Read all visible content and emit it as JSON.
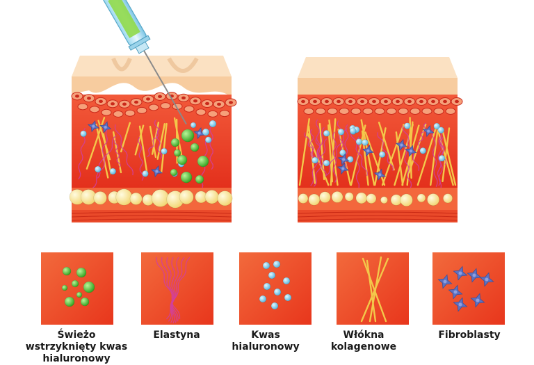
{
  "legend": {
    "items": [
      {
        "key": "fresh_ha",
        "label": "Świeżo wstrzyknięty kwas hialuronowy"
      },
      {
        "key": "elastin",
        "label": "Elastyna"
      },
      {
        "key": "ha",
        "label": "Kwas hialuronowy"
      },
      {
        "key": "collagen",
        "label": "Włókna kolagenowe"
      },
      {
        "key": "fibroblast",
        "label": "Fibroblasty"
      }
    ]
  },
  "colors": {
    "epidermis": "#f7cc9f",
    "dermis": "#ee3b24",
    "fat": "#fbe9a6",
    "fresh_ha": "#4bc32b",
    "ha": "#7fd0ec",
    "elastin": "#d040a0",
    "collagen": "#f3c84a",
    "fibroblast": "#5d71c0",
    "legend_box": "#f04a26"
  },
  "icons": [
    "syringe-icon",
    "skin-block-aged",
    "skin-block-young"
  ]
}
